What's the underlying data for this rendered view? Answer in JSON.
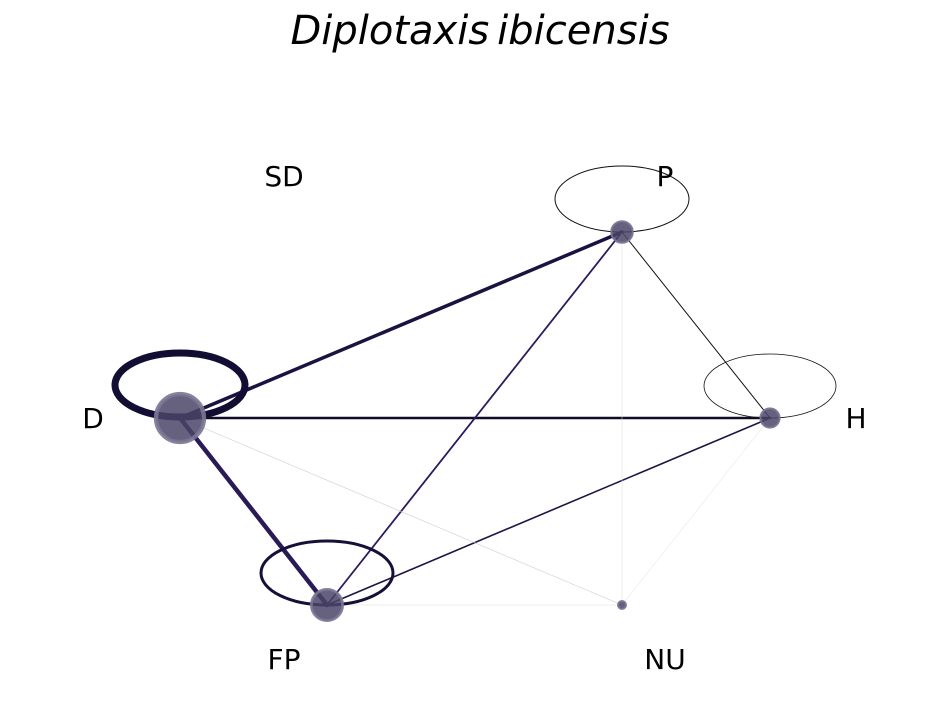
{
  "title_italic_genus": "Diplotaxis",
  "title_italic_species": "ibicensis",
  "nodes": [
    {
      "id": "SD",
      "label": "SD",
      "size": 0
    },
    {
      "id": "P",
      "label": "P",
      "size": 0.45
    },
    {
      "id": "D",
      "label": "D",
      "size": 1.0
    },
    {
      "id": "H",
      "label": "H",
      "size": 0.4
    },
    {
      "id": "FP",
      "label": "FP",
      "size": 0.65
    },
    {
      "id": "NU",
      "label": "NU",
      "size": 0.1
    }
  ],
  "edges": [
    {
      "from": "D",
      "to": "P",
      "weight": 3.5,
      "color": "#1a1240"
    },
    {
      "from": "D",
      "to": "H",
      "weight": 2.5,
      "color": "#0f0c25"
    },
    {
      "from": "D",
      "to": "FP",
      "weight": 4.5,
      "color": "#2a1a55"
    },
    {
      "from": "FP",
      "to": "P",
      "weight": 1.8,
      "color": "#2d1a5e"
    },
    {
      "from": "FP",
      "to": "H",
      "weight": 1.6,
      "color": "#1c1545"
    },
    {
      "from": "P",
      "to": "H",
      "weight": 1.0,
      "color": "#111111"
    },
    {
      "from": "D",
      "to": "NU",
      "weight": 0.6,
      "color": "#cccccc"
    },
    {
      "from": "FP",
      "to": "NU",
      "weight": 0.6,
      "color": "#dddddd"
    },
    {
      "from": "P",
      "to": "NU",
      "weight": 0.5,
      "color": "#dddddd"
    },
    {
      "from": "H",
      "to": "NU",
      "weight": 0.5,
      "color": "#dddddd"
    }
  ],
  "self_loops": [
    {
      "node": "D",
      "weight": 7,
      "color": "#120d33"
    },
    {
      "node": "P",
      "weight": 1,
      "color": "#111111"
    },
    {
      "node": "H",
      "weight": 0.8,
      "color": "#111111"
    },
    {
      "node": "FP",
      "weight": 3,
      "color": "#161039"
    }
  ],
  "colors": {
    "node_fill": "#4a4568",
    "node_ring": "#7a7694"
  }
}
